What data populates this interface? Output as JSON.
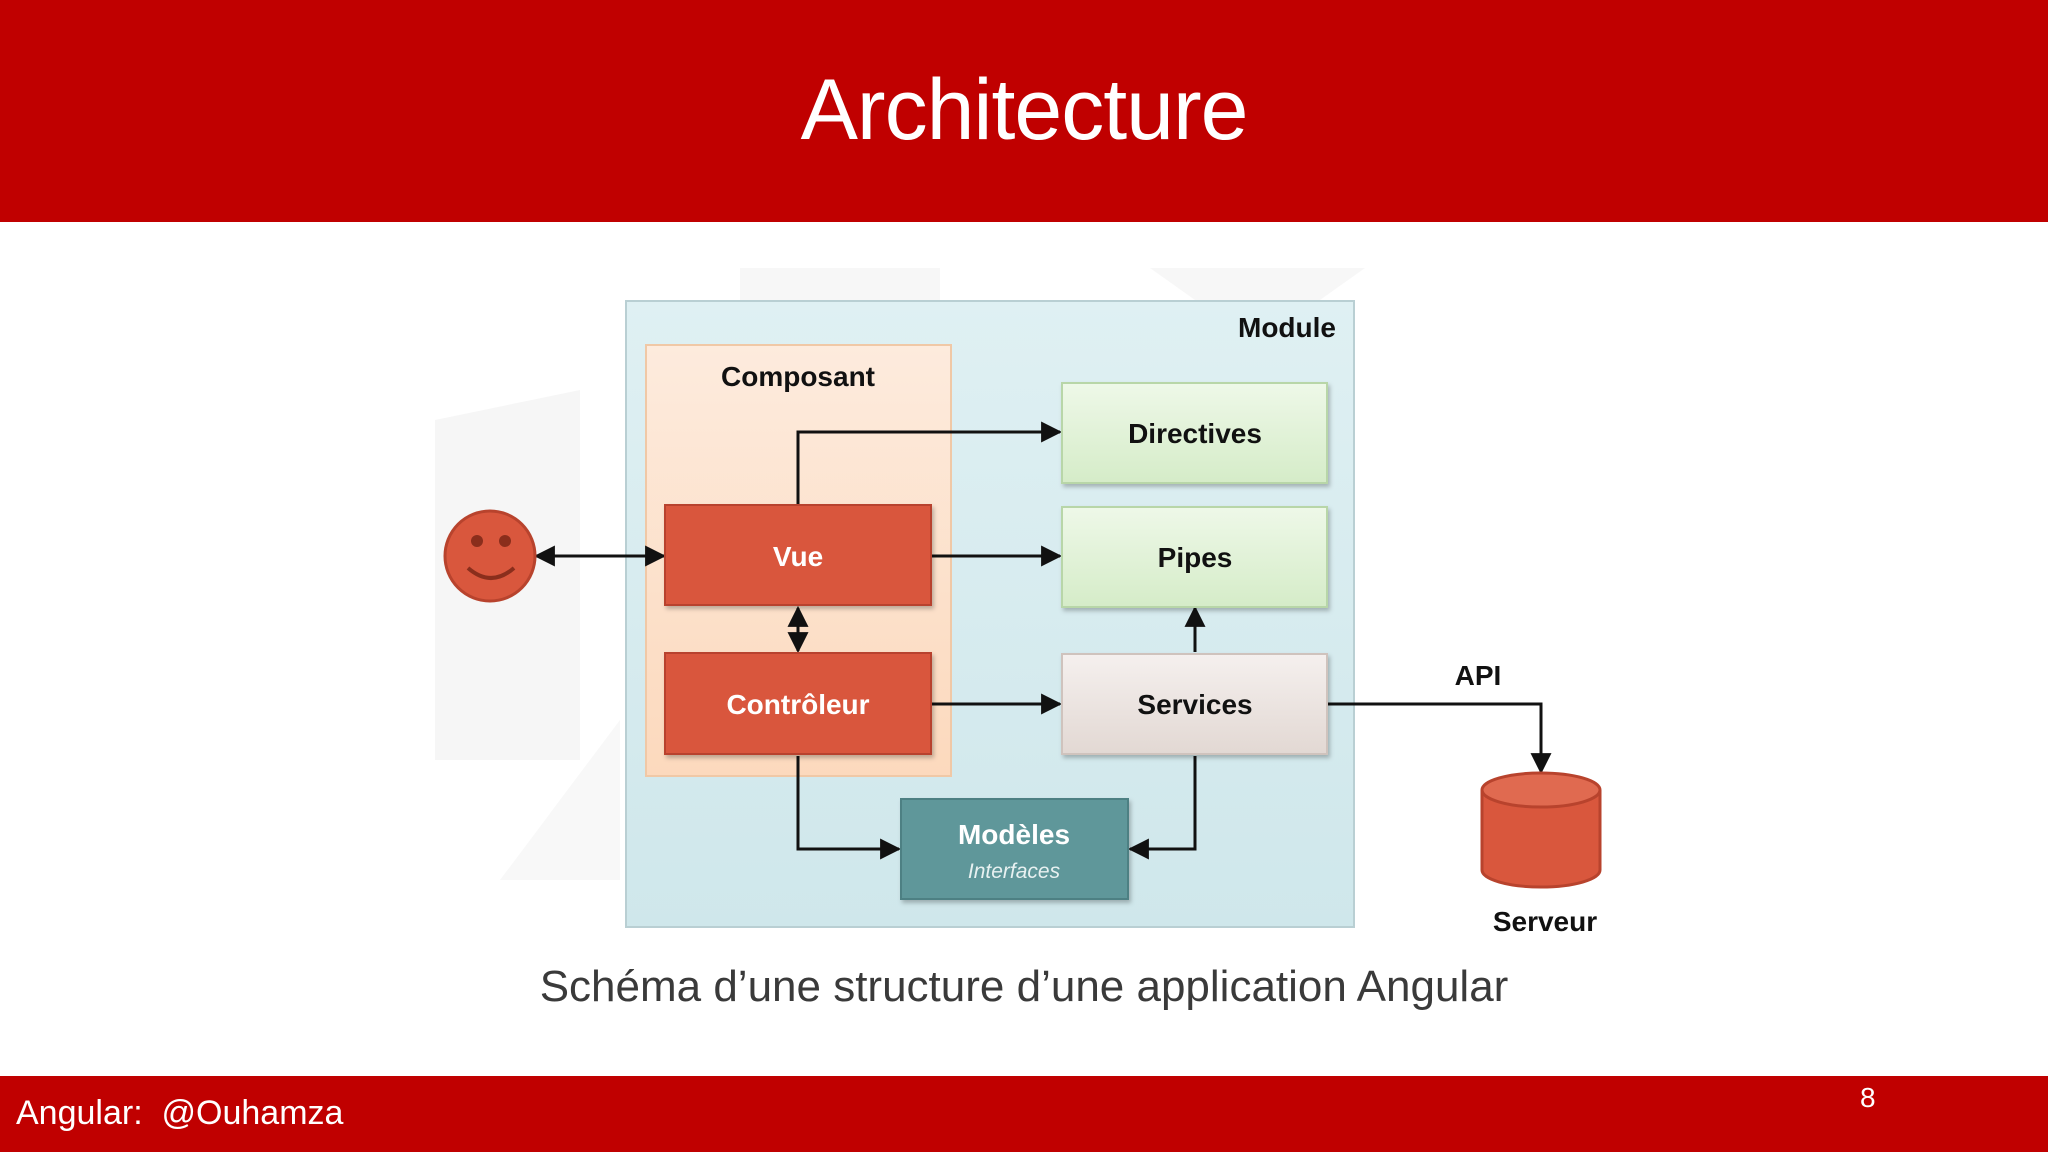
{
  "slide": {
    "title": "Architecture",
    "footer_text": "Angular:  @Ouhamza",
    "page_number": "8",
    "caption": "Schéma d’une structure d’une application Angular"
  },
  "diagram": {
    "module_label": "Module",
    "component_label": "Composant",
    "directives_label": "Directives",
    "pipes_label": "Pipes",
    "view_label": "Vue",
    "controller_label": "Contrôleur",
    "services_label": "Services",
    "models_label": "Modèles",
    "models_sublabel": "Interfaces",
    "api_label": "API",
    "server_label": "Serveur"
  },
  "colors": {
    "header_red": "#c00000",
    "module_fill": "#d3ebef",
    "component_fill": "#fde3cf",
    "view_controller_fill": "#d9573d",
    "directives_pipes_fill": "#def1d3",
    "services_fill": "#ece4e0",
    "models_fill": "#5f979a"
  }
}
